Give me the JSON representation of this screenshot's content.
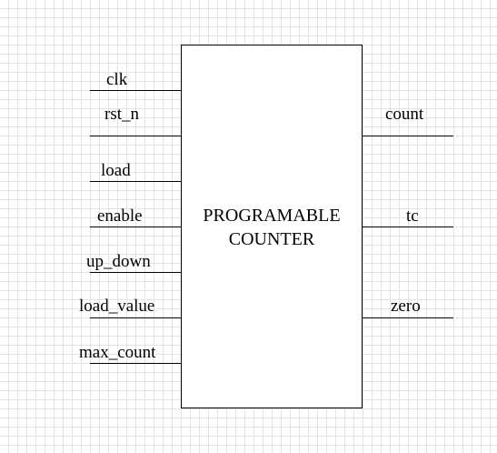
{
  "block": {
    "title_line1": "PROGRAMABLE",
    "title_line2": "COUNTER"
  },
  "inputs": [
    {
      "label": "clk"
    },
    {
      "label": "rst_n"
    },
    {
      "label": "load"
    },
    {
      "label": "enable"
    },
    {
      "label": "up_down"
    },
    {
      "label": "load_value"
    },
    {
      "label": "max_count"
    }
  ],
  "outputs": [
    {
      "label": "count"
    },
    {
      "label": "tc"
    },
    {
      "label": "zero"
    }
  ]
}
